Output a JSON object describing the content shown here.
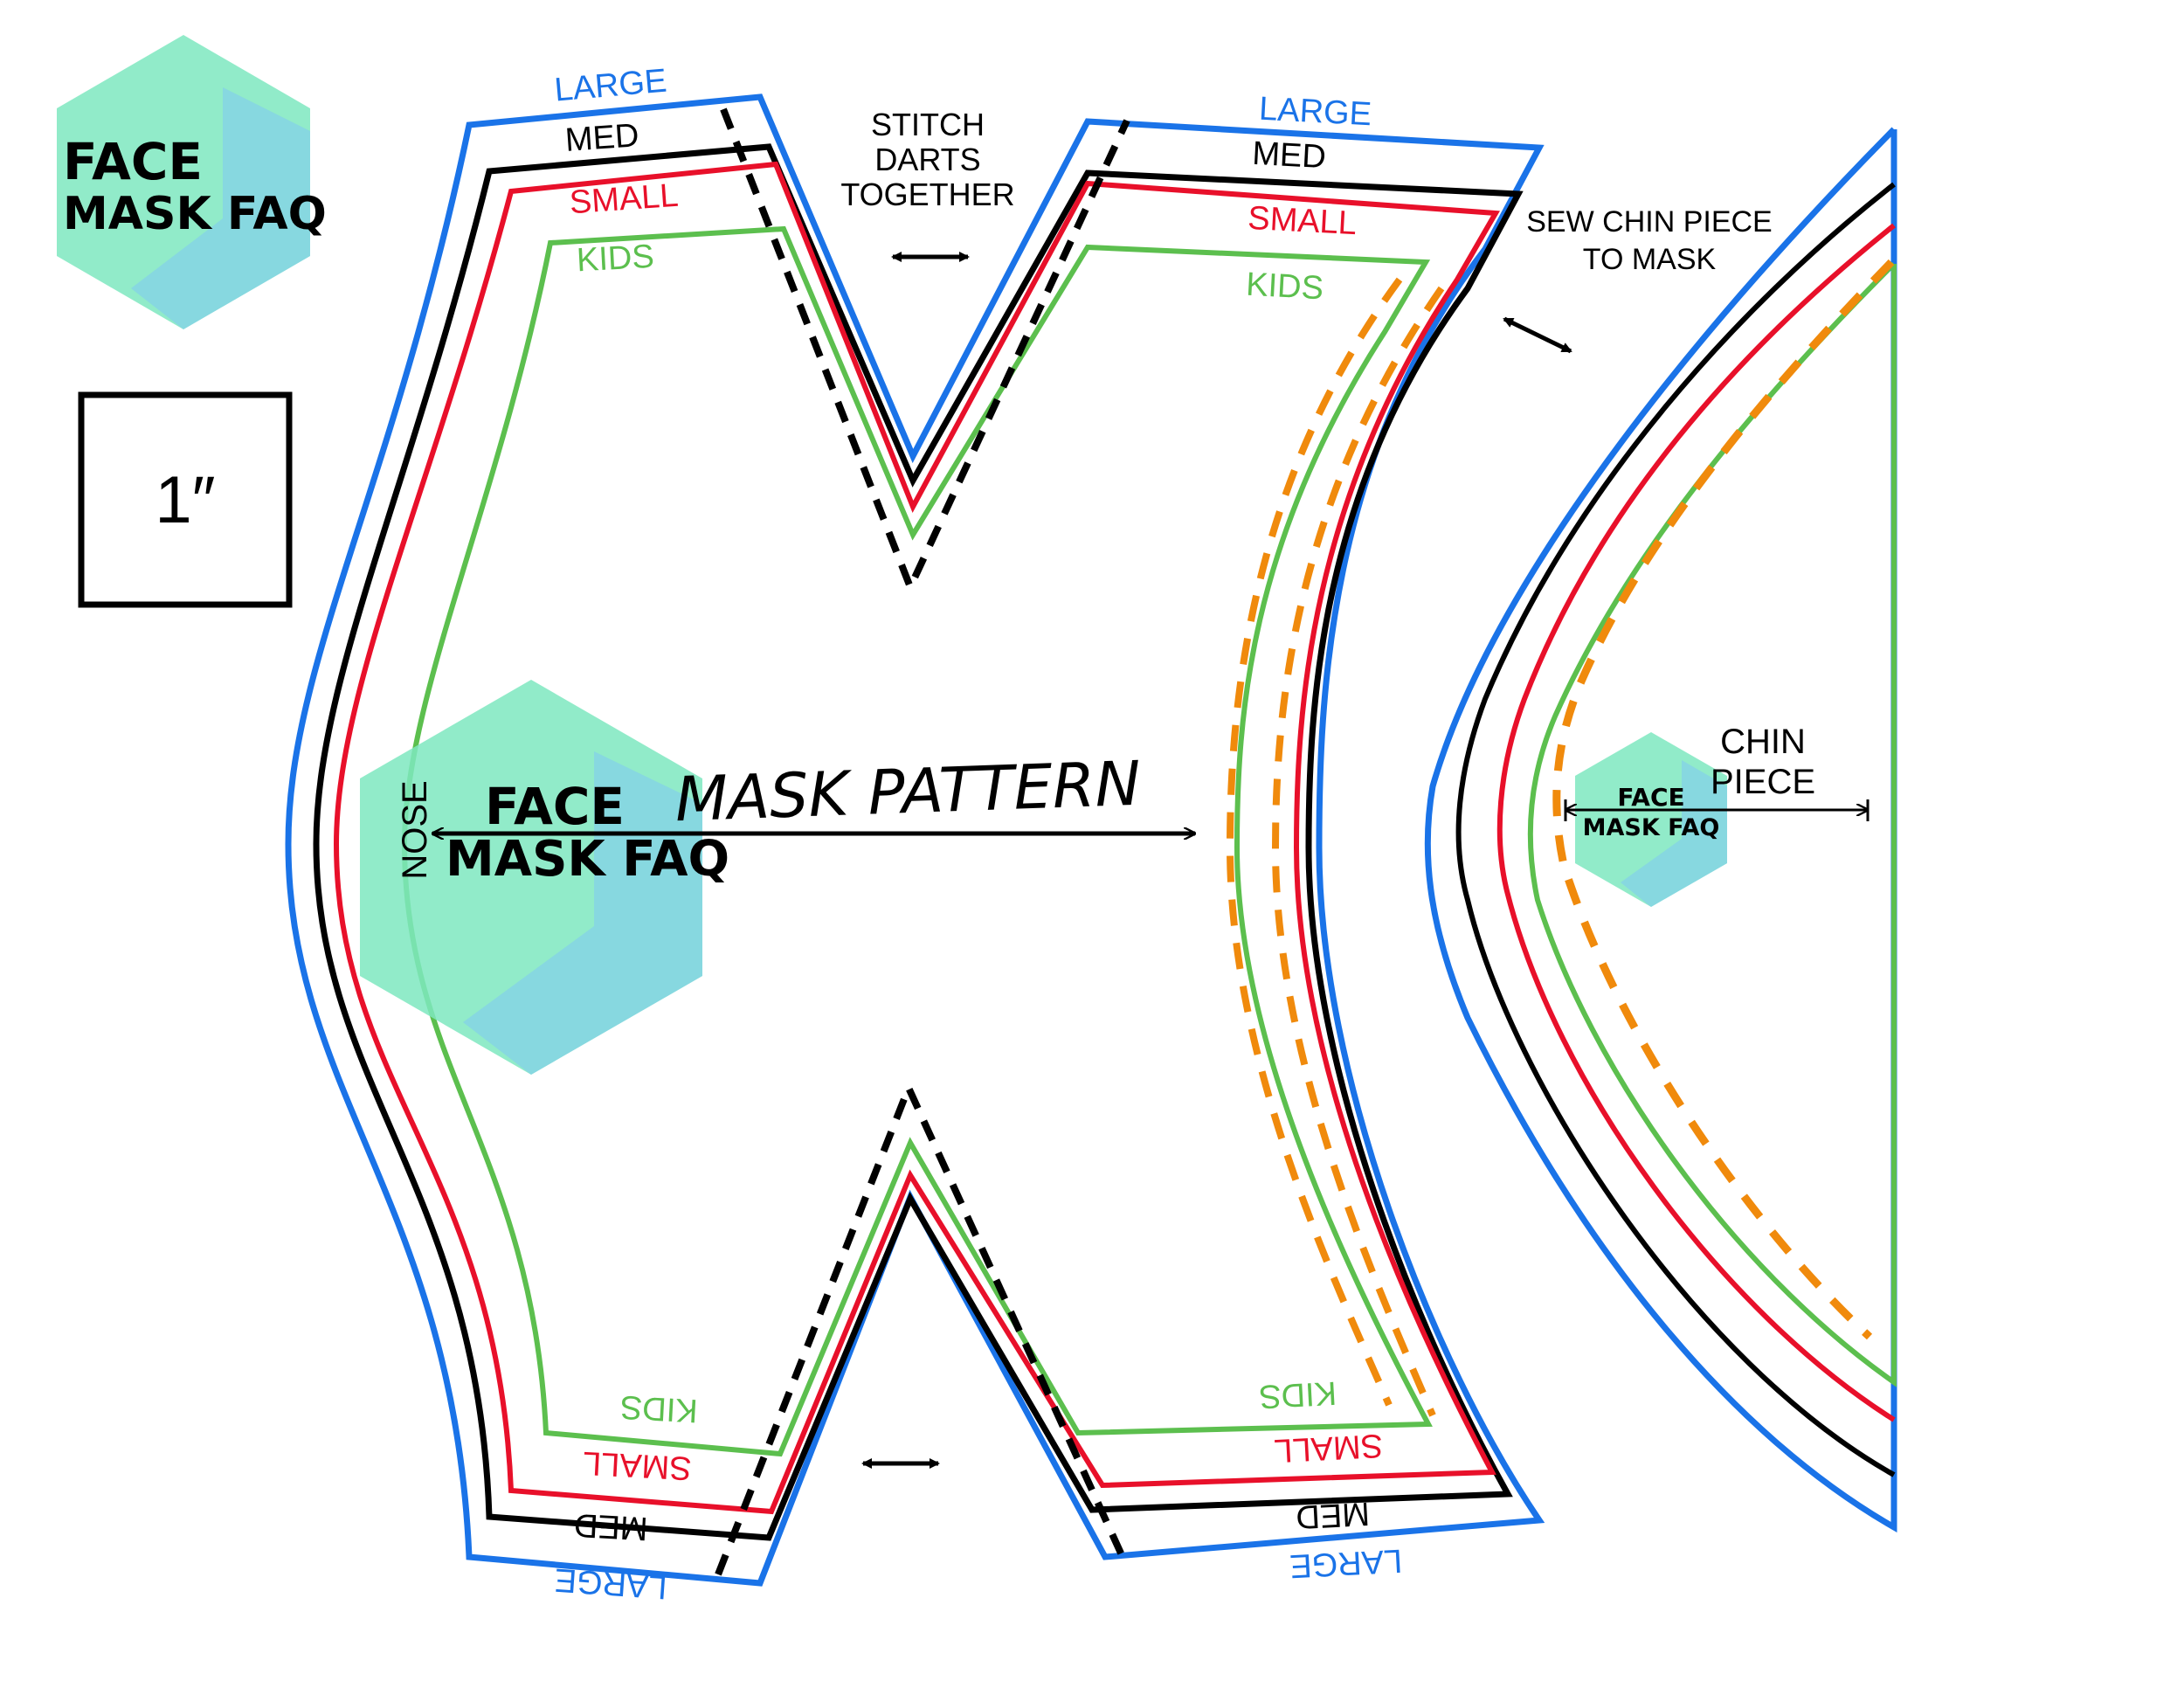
{
  "colors": {
    "large": "#1a73e8",
    "med": "#000000",
    "small": "#e8102a",
    "kids": "#5cbf4e",
    "dashed_orange": "#f08a0c",
    "logo_green": "#7ee8c0",
    "logo_cyan": "#58d2e8",
    "logo_blue": "#7fc8f2"
  },
  "logo": {
    "line1": "FACE",
    "line2": "MASK FAQ"
  },
  "scale_box": {
    "label": "1″"
  },
  "sizes": {
    "large": "LARGE",
    "med": "MED",
    "small": "SMALL",
    "kids": "KIDS"
  },
  "instructions": {
    "stitch_line1": "STITCH",
    "stitch_line2": "DARTS",
    "stitch_line3": "TOGETHER",
    "sew_line1": "SEW CHIN PIECE",
    "sew_line2": "TO MASK"
  },
  "mask": {
    "title": "MASK PATTERN",
    "nose": "NOSE"
  },
  "chin": {
    "line1": "CHIN",
    "line2": "PIECE"
  }
}
